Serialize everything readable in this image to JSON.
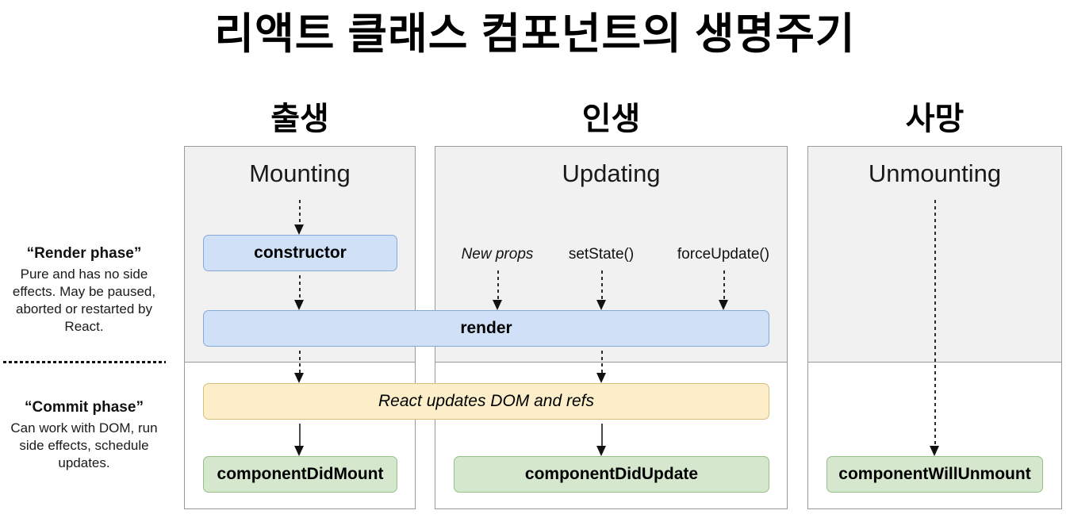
{
  "title": "리액트 클래스 컴포넌트의 생명주기",
  "stages": [
    {
      "id": "birth",
      "label": "출생",
      "panel_title": "Mounting"
    },
    {
      "id": "life",
      "label": "인생",
      "panel_title": "Updating"
    },
    {
      "id": "death",
      "label": "사망",
      "panel_title": "Unmounting"
    }
  ],
  "phases": [
    {
      "id": "render",
      "title": "“Render phase”",
      "description": "Pure and has no side effects. May be paused, aborted or restarted by React."
    },
    {
      "id": "commit",
      "title": "“Commit phase”",
      "description": "Can work with DOM, run side effects, schedule updates."
    }
  ],
  "triggers": [
    {
      "id": "new-props",
      "label": "New props"
    },
    {
      "id": "set-state",
      "label": "setState()"
    },
    {
      "id": "force-update",
      "label": "forceUpdate()"
    }
  ],
  "boxes": {
    "constructor": "constructor",
    "render": "render",
    "react_updates": "React updates DOM and refs",
    "component_did_mount": "componentDidMount",
    "component_did_update": "componentDidUpdate",
    "component_will_unmount": "componentWillUnmount"
  },
  "colors": {
    "render_box": "#cfe0f7",
    "render_box_border": "#88a9d8",
    "commit_dom_box": "#fbeec9",
    "commit_dom_box_border": "#d8bf7a",
    "lifecycle_box": "#d5e8cd",
    "lifecycle_box_border": "#96bf8a",
    "panel_render_band": "#f1f1f1",
    "panel_border": "#9a9a9a",
    "background": "#ffffff",
    "text": "#000000"
  }
}
